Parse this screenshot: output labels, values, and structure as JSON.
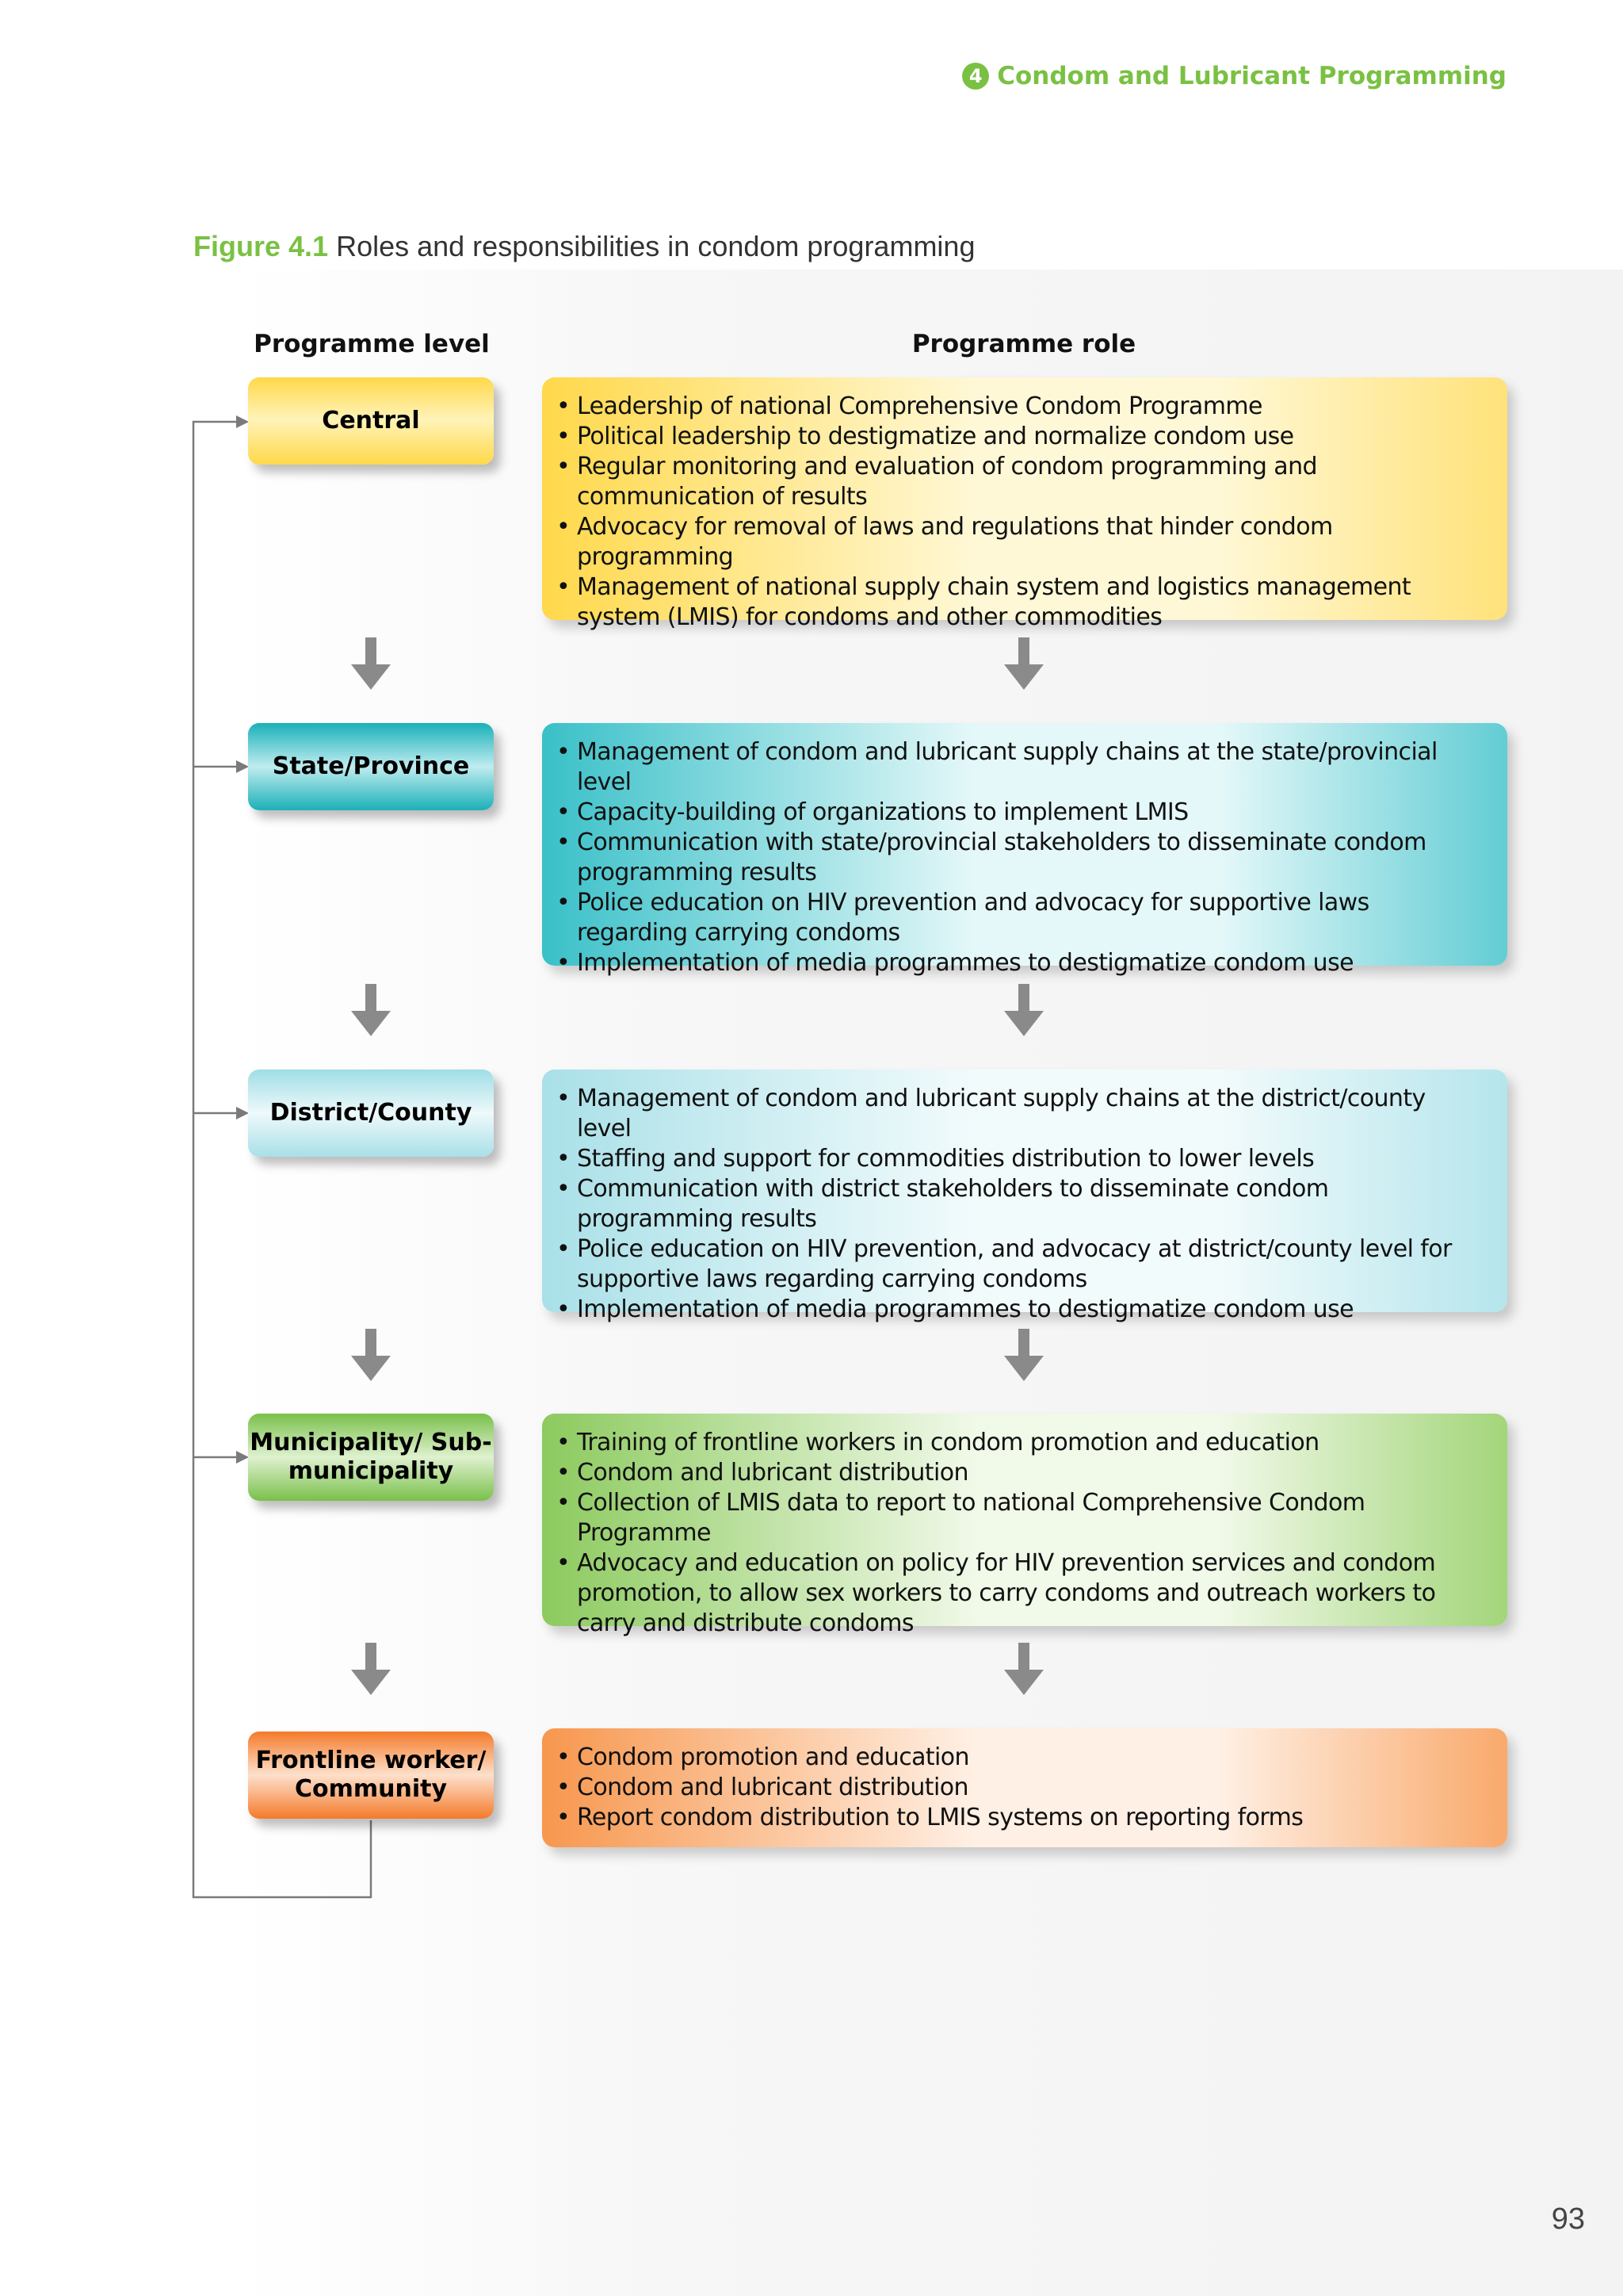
{
  "header": {
    "chapter_number": "4",
    "chapter_title": "Condom and Lubricant Programming"
  },
  "figure": {
    "label": "Figure 4.1",
    "caption": "Roles and responsibilities in condom programming"
  },
  "columns": {
    "level": "Programme level",
    "role": "Programme role"
  },
  "colors": {
    "yellow": "#ffd84a",
    "teal": "#1ab0b8",
    "light_blue": "#a9e0e8",
    "green": "#79c04a",
    "orange": "#f47a2a",
    "accent_green": "#7ac143",
    "arrow_gray": "#8a8a8a"
  },
  "icons": [
    "down-arrow-icon",
    "feedback-arrow-icon"
  ],
  "levels": [
    {
      "name": "Central",
      "color": "#ffd84a",
      "roles": [
        "Leadership of national Comprehensive Condom Programme",
        "Political leadership to destigmatize and normalize condom use",
        "Regular monitoring and evaluation of condom programming and communication of results",
        "Advocacy for removal of laws and regulations that hinder condom programming",
        "Management of national supply chain system and logistics management system (LMIS) for condoms and other commodities"
      ]
    },
    {
      "name": "State/Province",
      "color": "#1ab0b8",
      "roles": [
        "Management of condom and lubricant supply chains at the state/provincial level",
        "Capacity-building of organizations to implement LMIS",
        "Communication with state/provincial stakeholders to disseminate condom programming results",
        "Police education on HIV prevention and advocacy for supportive laws regarding carrying condoms",
        "Implementation of media programmes to destigmatize condom use"
      ]
    },
    {
      "name": "District/County",
      "color": "#a9e0e8",
      "roles": [
        "Management of condom and lubricant supply chains at the district/county level",
        "Staffing and support for commodities distribution to lower levels",
        "Communication with district stakeholders to disseminate condom programming results",
        "Police education on HIV prevention, and advocacy at district/county level for supportive laws regarding carrying condoms",
        "Implementation of media programmes to destigmatize condom use"
      ]
    },
    {
      "name": "Municipality/ Sub-municipality",
      "color": "#79c04a",
      "roles": [
        "Training of frontline workers in condom promotion and education",
        "Condom and lubricant distribution",
        "Collection of LMIS data to report to national Comprehensive Condom Programme",
        "Advocacy and education on policy for HIV prevention services and condom promotion, to allow sex workers to carry condoms and outreach workers to carry and distribute condoms"
      ]
    },
    {
      "name": "Frontline worker/ Community",
      "color": "#f47a2a",
      "roles": [
        "Condom promotion and education",
        "Condom and lubricant distribution",
        "Report condom distribution to LMIS systems on reporting forms"
      ]
    }
  ],
  "page_number": "93"
}
